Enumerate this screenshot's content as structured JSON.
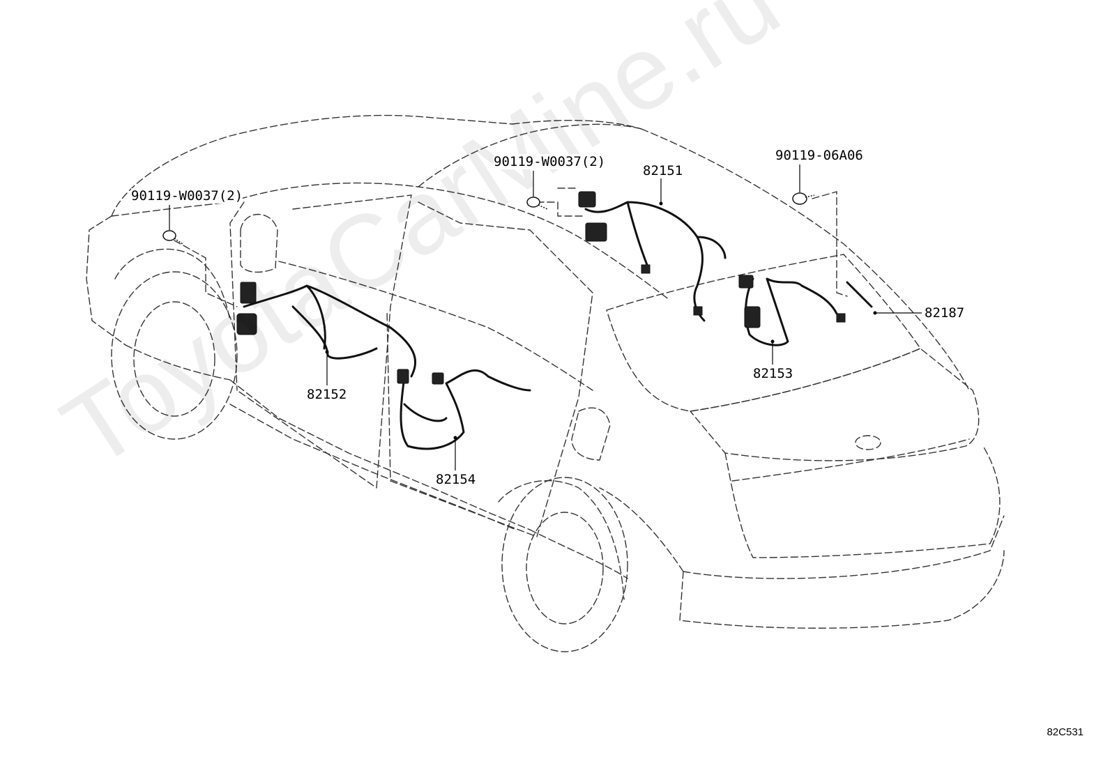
{
  "diagram": {
    "reference_code": "82C531",
    "watermark": "ToyotaCarMine.ru",
    "parts": [
      {
        "id": "bolt-left",
        "number": "90119-W0037(2)"
      },
      {
        "id": "bolt-center",
        "number": "90119-W0037(2)"
      },
      {
        "id": "bolt-right",
        "number": "90119-06A06"
      },
      {
        "id": "roof-harness",
        "number": "82151"
      },
      {
        "id": "front-door-harness",
        "number": "82152"
      },
      {
        "id": "rear-harness",
        "number": "82153"
      },
      {
        "id": "rear-door-harness",
        "number": "82154"
      },
      {
        "id": "rear-wire-sub",
        "number": "82187"
      }
    ]
  }
}
